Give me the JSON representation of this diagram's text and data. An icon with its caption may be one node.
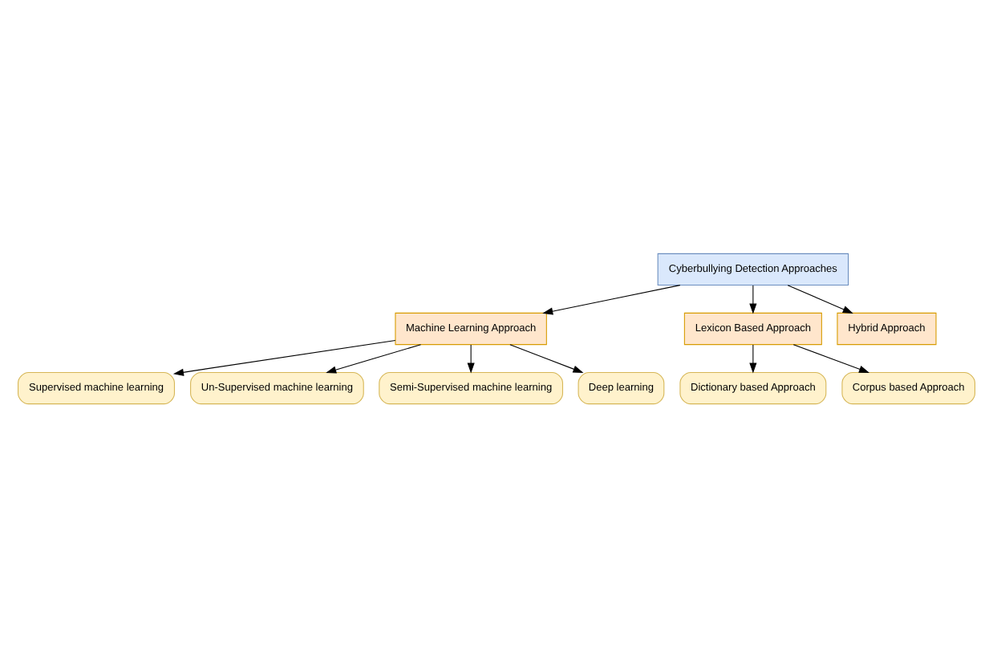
{
  "diagram": {
    "nodes": [
      {
        "text": [
          "Cyberbullying Detection Approaches"
        ]
      },
      {
        "text": [
          "Machine Learning Approach"
        ]
      },
      {
        "text": [
          "Lexicon Based Approach"
        ]
      },
      {
        "text": [
          "Hybrid Approach"
        ]
      },
      {
        "text": [
          "Supervised machine learning"
        ]
      },
      {
        "text": [
          "Un-Supervised machine learning"
        ]
      },
      {
        "text": [
          "Semi-Supervised machine learning"
        ]
      },
      {
        "text": [
          "Deep learning"
        ]
      },
      {
        "text": [
          "Dictionary based Approach"
        ]
      },
      {
        "text": [
          "Corpus based Approach"
        ]
      }
    ],
    "edges": [
      {
        "from": 0,
        "to": 1,
        "arrow": "to"
      },
      {
        "from": 0,
        "to": 2,
        "arrow": "to"
      },
      {
        "from": 0,
        "to": 3,
        "arrow": "to"
      },
      {
        "from": 1,
        "to": 4,
        "arrow": "to"
      },
      {
        "from": 1,
        "to": 5,
        "arrow": "to"
      },
      {
        "from": 1,
        "to": 6,
        "arrow": "to"
      },
      {
        "from": 1,
        "to": 7,
        "arrow": "to"
      },
      {
        "from": 2,
        "to": 8,
        "arrow": "to"
      },
      {
        "from": 2,
        "to": 9,
        "arrow": "to"
      }
    ]
  }
}
